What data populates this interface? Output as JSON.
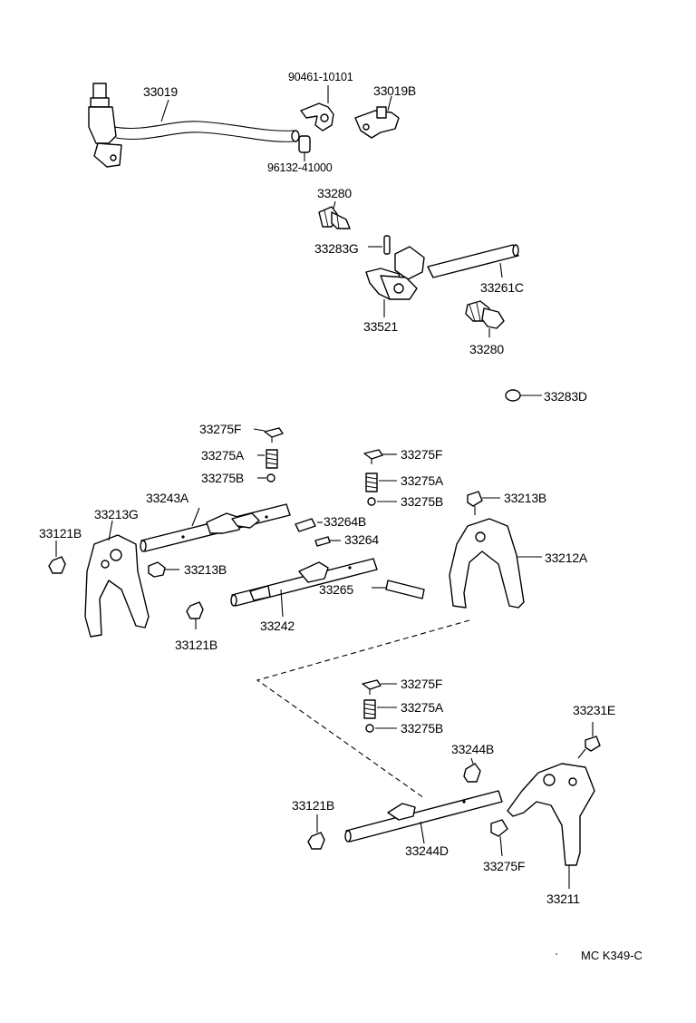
{
  "labels": {
    "p33019": "33019",
    "p90461_10101": "90461-10101",
    "p33019b": "33019B",
    "p96132_41000": "96132-41000",
    "p33280_top": "33280",
    "p33283g": "33283G",
    "p33261c": "33261C",
    "p33521": "33521",
    "p33280_bottom": "33280",
    "p33283d": "33283D",
    "p33275f_a": "33275F",
    "p33275a_a": "33275A",
    "p33275b_a": "33275B",
    "p33275f_b": "33275F",
    "p33275a_b": "33275A",
    "p33275b_b": "33275B",
    "p33213b_right": "33213B",
    "p33243a": "33243A",
    "p33213g": "33213G",
    "p33121b_left": "33121B",
    "p33264b": "33264B",
    "p33264": "33264",
    "p33213b_left": "33213B",
    "p33212a": "33212A",
    "p33265": "33265",
    "p33242": "33242",
    "p33121b_mid": "33121B",
    "p33275f_c": "33275F",
    "p33275a_c": "33275A",
    "p33275b_c": "33275B",
    "p33231e": "33231E",
    "p33244b": "33244B",
    "p33121b_low": "33121B",
    "p33244d": "33244D",
    "p33275f_d": "33275F",
    "p33211": "33211"
  },
  "reference_code": "MC  K349-C"
}
